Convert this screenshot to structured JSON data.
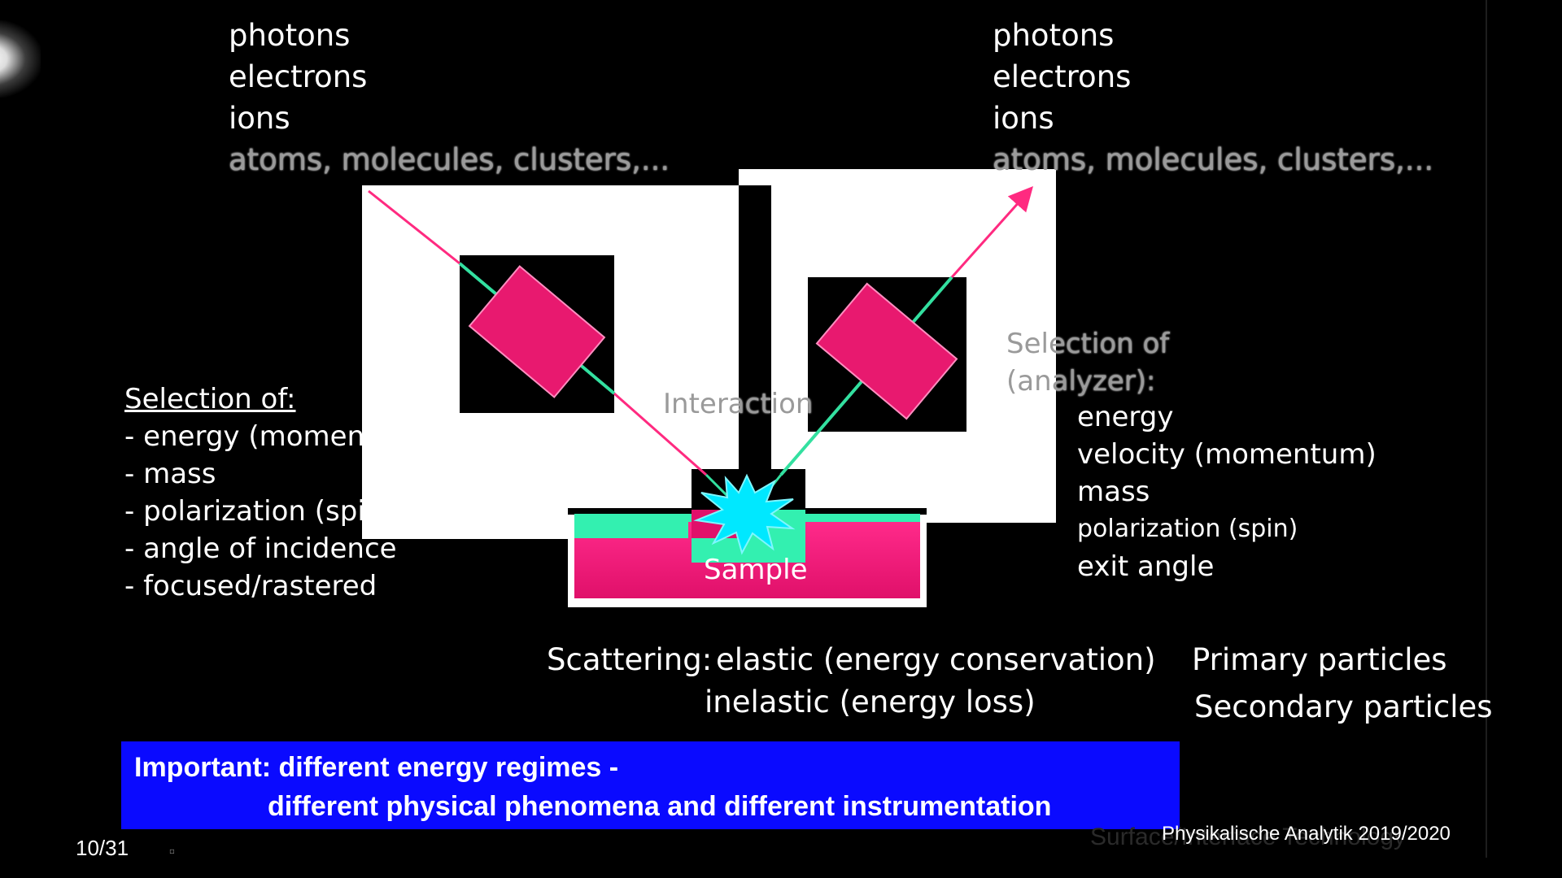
{
  "slide": {
    "incoming_list": {
      "items": [
        "photons",
        "electrons",
        "ions"
      ],
      "faded_item": "atoms, molecules,  clusters,..."
    },
    "outgoing_list": {
      "items": [
        "photons",
        "electrons",
        "ions"
      ],
      "faded_item": "atoms, molecules,  clusters,..."
    },
    "selection_in": {
      "title": "Selection of: ",
      "items": [
        "- energy (momentum, time,...)",
        "- mass",
        "- polarization (spin)",
        "- angle of incidence",
        "- focused/rastered"
      ]
    },
    "selection_out": {
      "title_line1": "Selection of",
      "title_line2": "(analyzer):",
      "items": [
        "energy",
        "velocity (momentum)",
        "mass",
        "polarization (spin)",
        "exit angle"
      ]
    },
    "interaction_label": "Interaction",
    "sample_label": "Sample",
    "scattering": {
      "label": "Scattering:",
      "elastic": "elastic (energy conservation)",
      "inelastic": "inelastic (energy loss)"
    },
    "particles": {
      "primary": "Primary particles",
      "secondary": "Secondary particles"
    },
    "important": {
      "line1": "Important: different energy regimes -",
      "line2": "different physical phenomena and different instrumentation"
    },
    "footer": {
      "page": "10/31",
      "title": "Physikalische Analytik 2019/2020",
      "ghost_text": "Surface/Interface Technology"
    },
    "colors": {
      "beam_pink": "#ff2a80",
      "beam_green": "#33e0a0",
      "filter_pink": "#e8196f",
      "sample_green": "#33f0b0",
      "star_cyan": "#00e8ff",
      "important_bg": "#0a0aff"
    }
  }
}
